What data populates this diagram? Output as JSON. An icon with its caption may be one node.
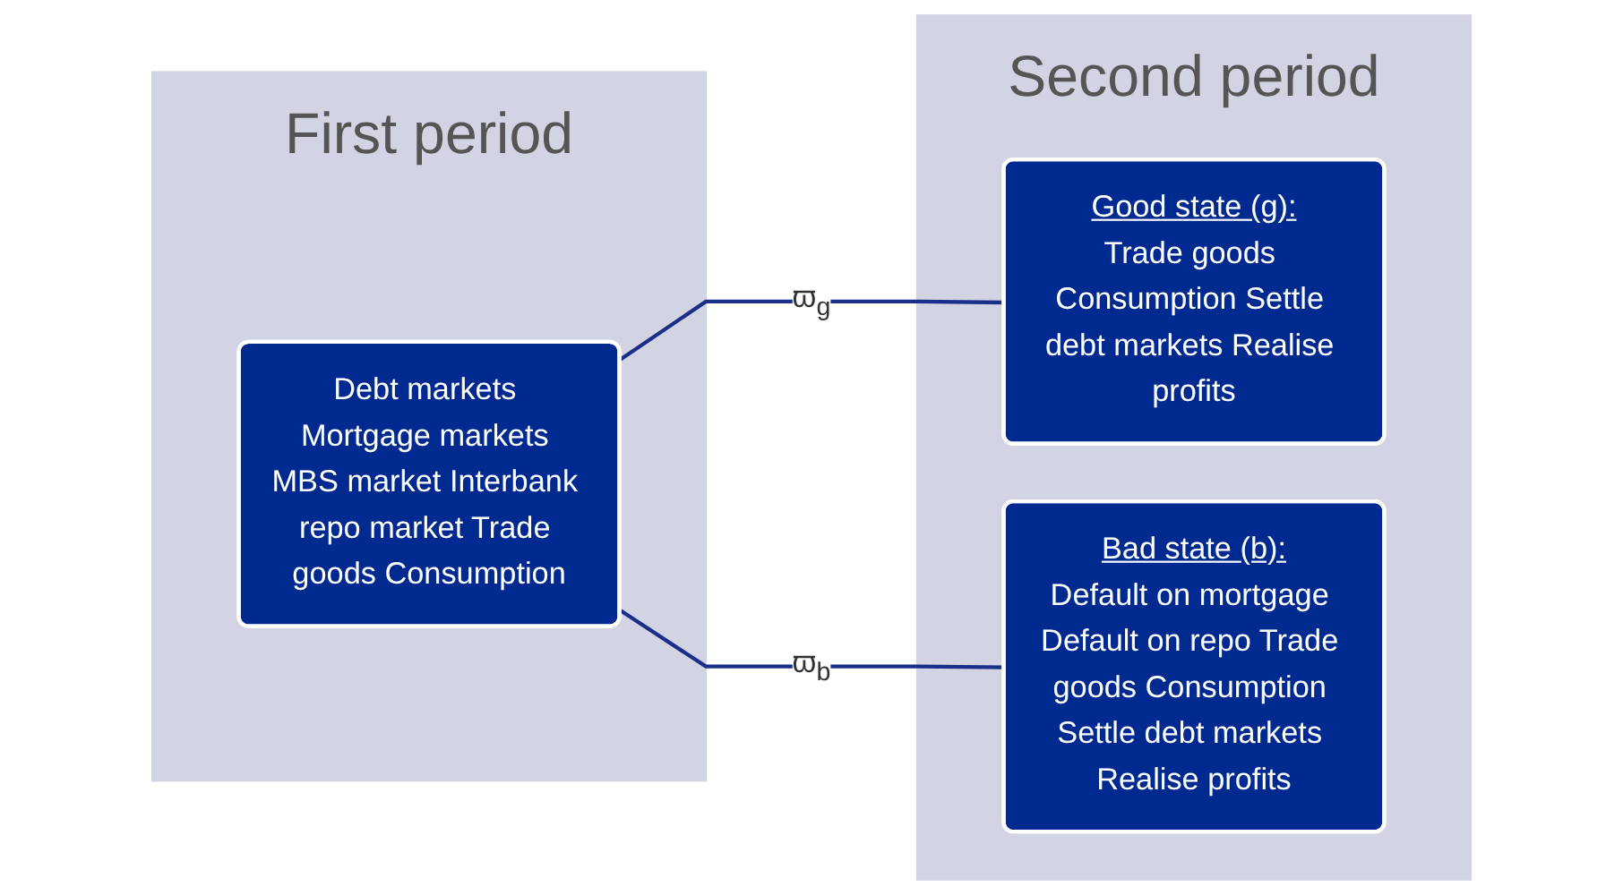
{
  "diagram": {
    "nodes": [
      {
        "text": [
          "First period"
        ]
      },
      {
        "text": [
          "Debt markets Mortgage markets MBS market Interbank repo market Trade goods Consumption"
        ],
        "in": 0
      },
      {
        "text": [
          "Second period"
        ]
      },
      {
        "text": [
          "Good state (g):",
          "Trade goods Consumption Settle debt markets Realise profits"
        ],
        "in": 2
      },
      {
        "text": [
          "Bad state (b):",
          "Default on mortgage Default on repo Trade goods Consumption Settle debt markets Realise profits"
        ],
        "in": 2
      }
    ],
    "edges": [
      {
        "from": 1,
        "to": 3,
        "arrow": "none",
        "label": "ϖ$_{g}$"
      },
      {
        "from": 1,
        "to": 4,
        "arrow": "none",
        "label": "ϖ$_{b}$"
      }
    ]
  }
}
